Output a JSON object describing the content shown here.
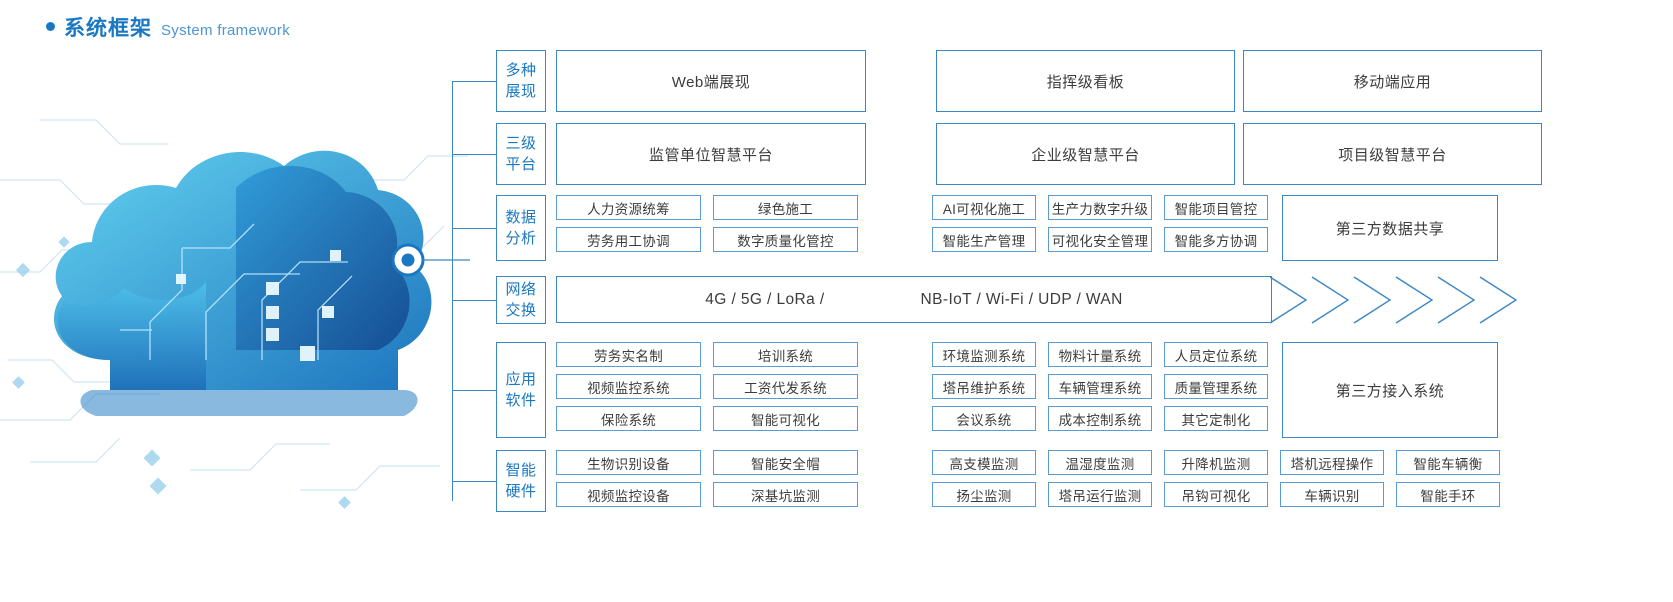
{
  "header": {
    "dot": "bullet-dot",
    "title_cn": "系统框架",
    "title_en": "System framework"
  },
  "artwork": {
    "name": "cloud-circuit-illustration",
    "colors": {
      "cloud_light": "#4fc3e8",
      "cloud_mid": "#2a86c8",
      "cloud_dark": "#1a5fa8",
      "node": "#1a78c2"
    }
  },
  "colors": {
    "accent": "#1a78c2",
    "border": "#3b86c4",
    "cell_border": "#5b9bd5",
    "text": "#3c3c3c"
  },
  "rows": [
    {
      "label_lines": [
        "多种",
        "展现"
      ],
      "type": "big",
      "boxes": [
        "Web端展现",
        "指挥级看板",
        "移动端应用"
      ]
    },
    {
      "label_lines": [
        "三级",
        "平台"
      ],
      "type": "big",
      "boxes": [
        "监管单位智慧平台",
        "企业级智慧平台",
        "项目级智慧平台"
      ]
    },
    {
      "label_lines": [
        "数据",
        "分析"
      ],
      "type": "grid",
      "left_grid": [
        [
          "人力资源统筹",
          "绿色施工"
        ],
        [
          "劳务用工协调",
          "数字质量化管控"
        ]
      ],
      "right_grid": [
        [
          "AI可视化施工",
          "生产力数字升级",
          "智能项目管控"
        ],
        [
          "智能生产管理",
          "可视化安全管理",
          "智能多方协调"
        ]
      ],
      "tail_box": "第三方数据共享"
    },
    {
      "label_lines": [
        "网络",
        "交换"
      ],
      "type": "network",
      "texts": [
        "4G / 5G / LoRa /",
        "NB-IoT / Wi-Fi / UDP / WAN"
      ],
      "chevron_count": 6
    },
    {
      "label_lines": [
        "应用",
        "软件"
      ],
      "type": "grid",
      "left_grid": [
        [
          "劳务实名制",
          "培训系统"
        ],
        [
          "视频监控系统",
          "工资代发系统"
        ],
        [
          "保险系统",
          "智能可视化"
        ]
      ],
      "right_grid": [
        [
          "环境监测系统",
          "物料计量系统",
          "人员定位系统"
        ],
        [
          "塔吊维护系统",
          "车辆管理系统",
          "质量管理系统"
        ],
        [
          "会议系统",
          "成本控制系统",
          "其它定制化"
        ]
      ],
      "tail_box": "第三方接入系统"
    },
    {
      "label_lines": [
        "智能",
        "硬件"
      ],
      "type": "grid",
      "left_grid": [
        [
          "生物识别设备",
          "智能安全帽"
        ],
        [
          "视频监控设备",
          "深基坑监测"
        ]
      ],
      "right_grid": [
        [
          "高支模监测",
          "温湿度监测",
          "升降机监测",
          "塔机远程操作",
          "智能车辆衡"
        ],
        [
          "扬尘监测",
          "塔吊运行监测",
          "吊钩可视化",
          "车辆识别",
          "智能手环"
        ]
      ],
      "tail_box": ""
    }
  ]
}
